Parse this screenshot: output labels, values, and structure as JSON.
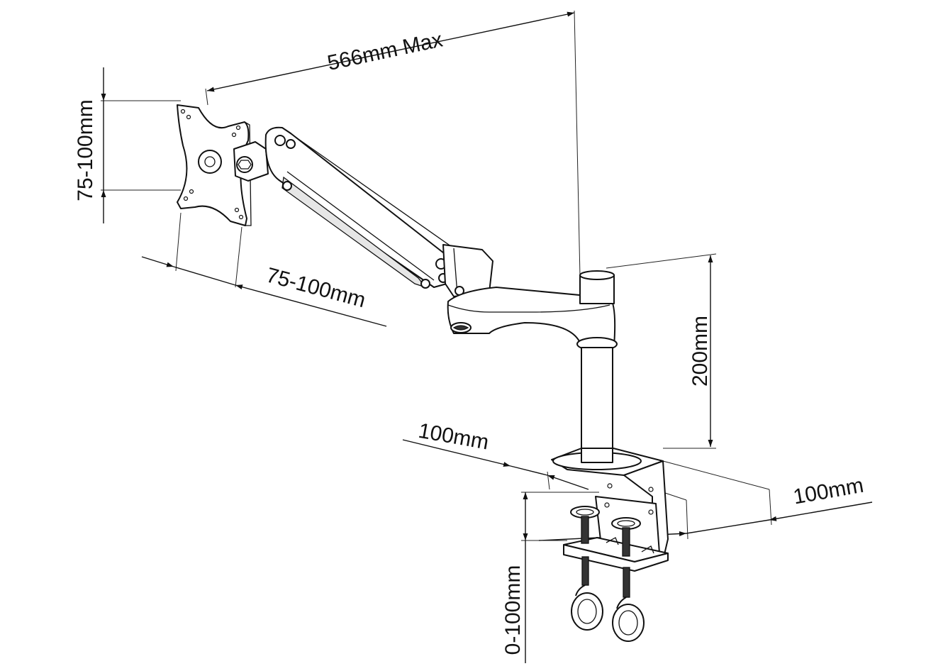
{
  "dimensions": {
    "max_reach": "566mm Max",
    "vesa_vertical": "75-100mm",
    "vesa_horizontal": "75-100mm",
    "pole_height": "200mm",
    "base_depth": "100mm",
    "base_width": "100mm",
    "clamp_range": "0-100mm"
  },
  "colors": {
    "line": "#111111",
    "background": "#ffffff"
  }
}
